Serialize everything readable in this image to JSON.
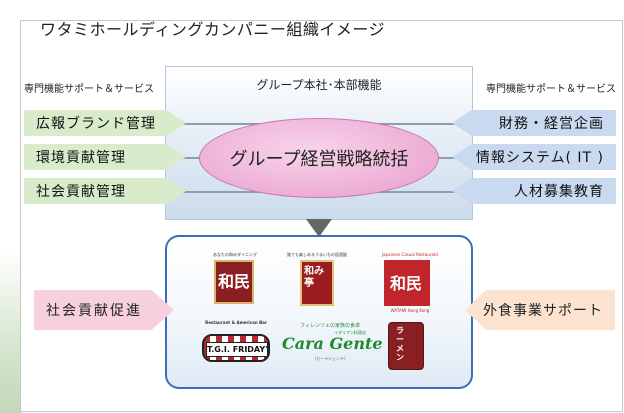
{
  "title": "ワタミホールディングカンパニー組織イメージ",
  "left_header": "専門機能サポート＆サービス",
  "right_header": "専門機能サポート＆サービス",
  "center_header": "グループ本社･本部機能",
  "left_functions": [
    "広報ブランド管理",
    "環境貢献管理",
    "社会貢献管理"
  ],
  "right_functions": [
    "財務・経営企画",
    "情報システム( IT )",
    "人材募集教育"
  ],
  "core": "グループ経営戦略統括",
  "bottom_left": "社会貢献促進",
  "bottom_right": "外食事業サポート",
  "brands": {
    "watami1": {
      "caption": "あなたの和みダイニング",
      "kanji": "和民"
    },
    "wanoya": {
      "caption": "誰でも楽しめるうまいもの居酒屋",
      "kanji": "和み亭"
    },
    "watami_hk": {
      "caption": "Japanese Casual Restaurant",
      "kanji": "和民",
      "sub": "WATAMI Hong Kong"
    },
    "fridays": {
      "caption": "Restaurant & American Bar",
      "name": "T.G.I. FRIDAY'S"
    },
    "caragente": {
      "caption": "フィレンツェの家族の食卓",
      "name": "Cara Gente",
      "sub": "(カーラジェンテ)",
      "tag": "イタリアン料理店"
    },
    "ramen": {
      "kanji": "ラーメン"
    }
  },
  "colors": {
    "green_arrow": "#d8ebcb",
    "blue_arrow": "#c9d9ef",
    "pink_ellipse": "#eeb0d6",
    "pink_arrow": "#f7d0e0",
    "peach_arrow": "#fbe3cf",
    "bottom_border": "#3b6fb5",
    "watami_red": "#8a1f22",
    "caragente_green": "#1f8a2e"
  }
}
